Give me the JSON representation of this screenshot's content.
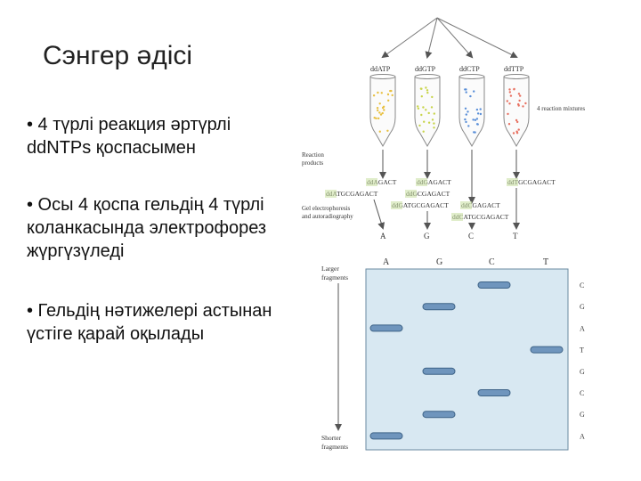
{
  "slide": {
    "title": "Сэнгер әдісі",
    "bullets": [
      "• 4 түрлі реакция әртүрлі ddNTPs қоспасымен",
      "• Осы 4 қоспа гельдің 4 түрлі коланкасында электрофорез жүргүзүледі",
      "• Гельдің нәтижелері астынан үстіге қарай оқылады"
    ]
  },
  "figure": {
    "tube_labels": [
      "ddATP",
      "ddGTP",
      "ddCTP",
      "ddTTP"
    ],
    "tube_colors": [
      "#e8c040",
      "#c8d44a",
      "#5a8fd8",
      "#e87060"
    ],
    "mixtures_label": "4 reaction mixtures",
    "reaction_products_label": [
      "Reaction",
      "products"
    ],
    "gel_label": [
      "Gel electrophoresis",
      "and autoradiography"
    ],
    "products": {
      "A": [
        "ddAGACT",
        "ddATGCGAGACT"
      ],
      "G": [
        "ddGAGACT",
        "ddGCGAGACT",
        "ddGATGCGAGACT"
      ],
      "C": [
        "ddCGAGACT",
        "ddCATGCGAGACT"
      ],
      "T": [
        "ddTGCGAGACT"
      ]
    },
    "arrow_lane_letters": [
      "A",
      "G",
      "C",
      "T"
    ],
    "gel": {
      "lanes": [
        "A",
        "G",
        "C",
        "T"
      ],
      "larger_label": [
        "Larger",
        "fragments"
      ],
      "shorter_label": [
        "Shorter",
        "fragments"
      ],
      "read_sequence": [
        "C",
        "G",
        "A",
        "T",
        "G",
        "C",
        "G",
        "A"
      ],
      "band_lanes": [
        "C",
        "G",
        "A",
        "T",
        "G",
        "C",
        "G",
        "A"
      ]
    }
  }
}
